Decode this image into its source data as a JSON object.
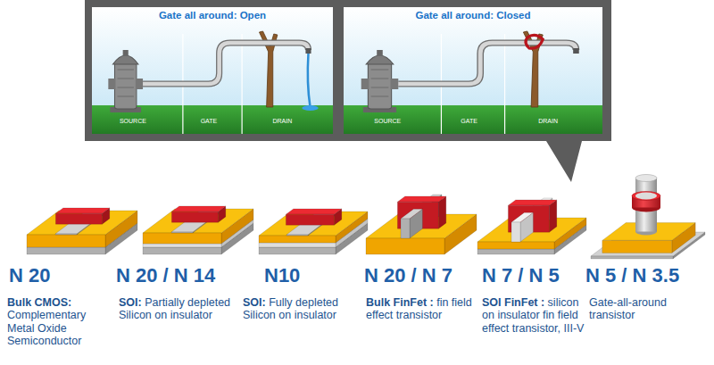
{
  "diagram": {
    "nodes": [
      {
        "text": [
          "Gate all around: Open",
          "SOURCE",
          "GATE",
          "DRAIN"
        ]
      },
      {
        "text": [
          "Gate all around: Closed",
          "SOURCE",
          "GATE",
          "DRAIN"
        ]
      }
    ],
    "labels": [
      "N 20",
      "Bulk CMOS: Complementary Metal Oxide Semiconductor",
      "N 20 / N 14",
      "SOI: Partially depleted Silicon on insulator",
      "N10",
      "SOI: Fully depleted Silicon on insulator",
      "N 20 / N 7",
      "Bulk FinFet : fin field effect transistor",
      "N 7 / N 5",
      "SOI FinFet : silicon on insulator fin field effect transistor, III-V",
      "N 5 / N 3.5",
      "Gate-all-around transistor"
    ]
  }
}
